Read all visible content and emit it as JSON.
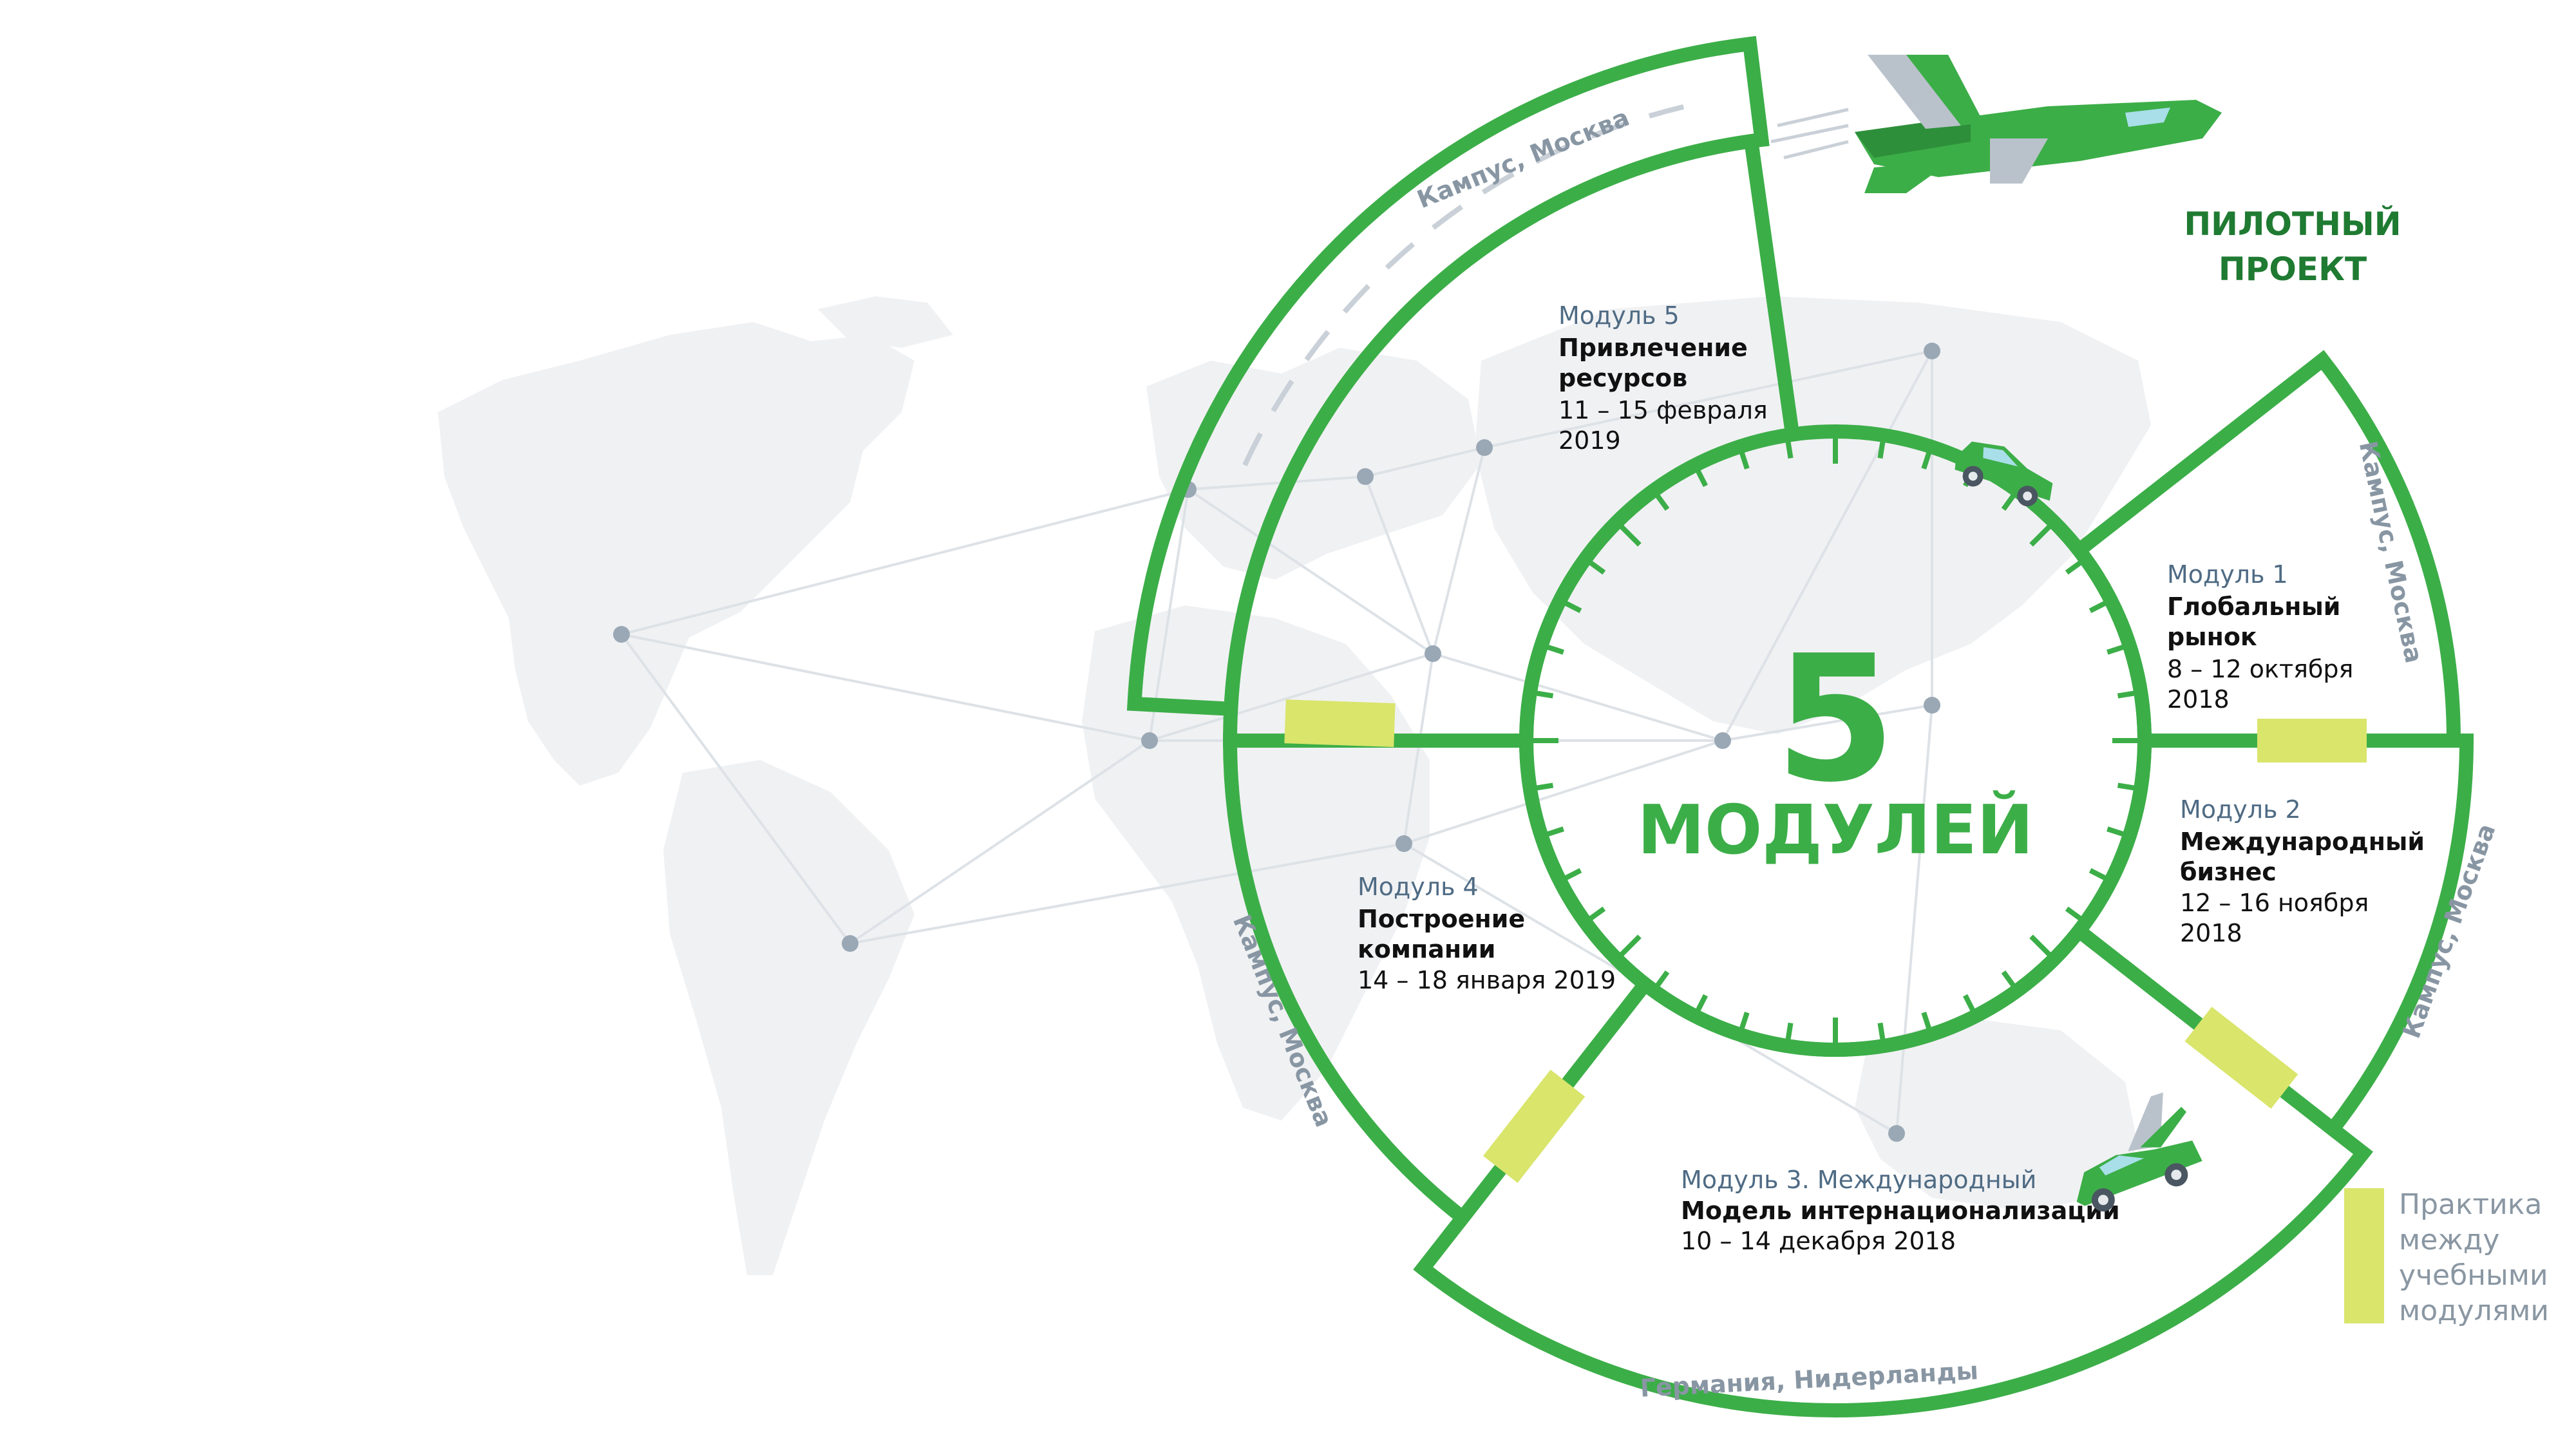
{
  "center": {
    "number": "5",
    "word": "МОДУЛЕЙ"
  },
  "pilot": {
    "line1": "ПИЛОТНЫЙ",
    "line2": "ПРОЕКТ"
  },
  "modules": [
    {
      "label": "Модуль 1",
      "name": [
        "Глобальный",
        "рынок"
      ],
      "date": [
        "8 – 12 октября",
        "2018"
      ]
    },
    {
      "label": "Модуль 2",
      "name": [
        "Международный",
        "бизнес"
      ],
      "date": [
        "12 – 16 ноября",
        "2018"
      ]
    },
    {
      "label": "Модуль 3. Международный",
      "name": [
        "Модель интернационализации"
      ],
      "date": [
        "10 – 14 декабря 2018"
      ]
    },
    {
      "label": "Модуль 4",
      "name": [
        "Построение",
        "компании"
      ],
      "date": [
        "14 – 18 января 2019"
      ]
    },
    {
      "label": "Модуль 5",
      "name": [
        "Привлечение",
        "ресурсов"
      ],
      "date": [
        "11 – 15 февраля",
        "2019"
      ]
    }
  ],
  "places": {
    "p1": "Кампус, Москва",
    "p2": "Кампус, Москва",
    "p3": "Германия, Нидерланды",
    "p4": "Кампус, Москва",
    "p5": "Кампус, Москва"
  },
  "legend": {
    "lines": [
      "Практика",
      "между",
      "учебными",
      "модулями"
    ]
  },
  "colors": {
    "green": "#3cae48",
    "dark_green": "#1f7a32",
    "yellow_green": "#d9e56b",
    "map_gray": "#f0f1f3",
    "dot": "#9aa8b5",
    "line": "#dde2e7"
  },
  "icons": [
    "airplane-icon",
    "car-icon",
    "flying-car-icon"
  ]
}
